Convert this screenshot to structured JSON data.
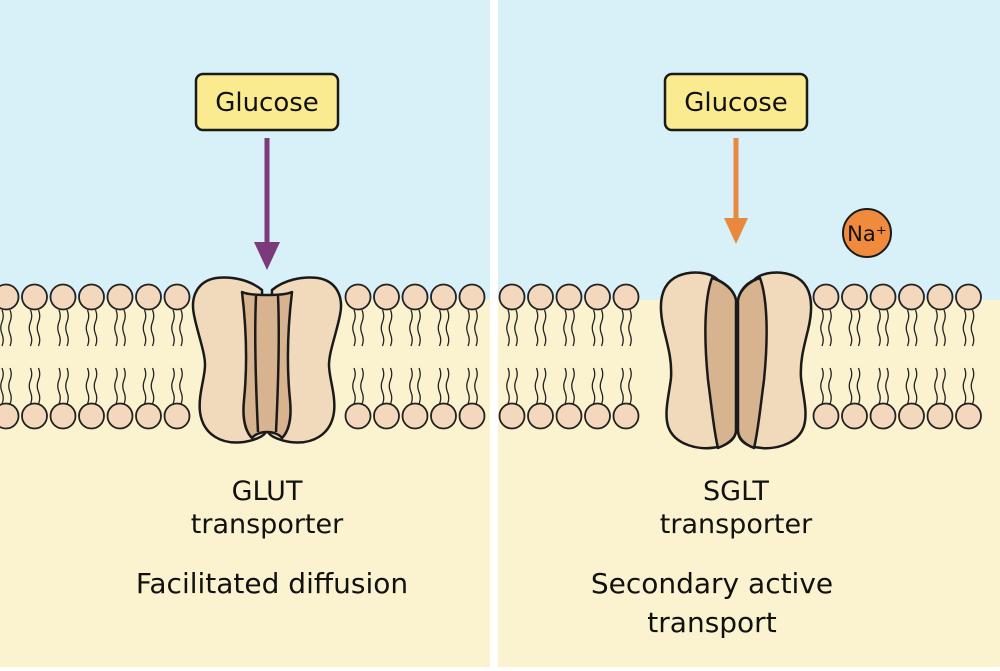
{
  "panels": [
    {
      "substrate_label": "Glucose",
      "transporter_name": "GLUT",
      "transporter_word": "transporter",
      "mechanism_line1": "Facilitated diffusion",
      "mechanism_line2": "",
      "arrow_color": "#7b3a7a"
    },
    {
      "substrate_label": "Glucose",
      "ion_label": "Na⁺",
      "transporter_name": "SGLT",
      "transporter_word": "transporter",
      "mechanism_line1": "Secondary active",
      "mechanism_line2": "transport",
      "arrow_color": "#e8893f",
      "ion_color": "#f08a3c"
    }
  ],
  "colors": {
    "extracellular": "#d8f0f8",
    "cytoplasm": "#fbf3cf",
    "label_box": "#faeb90",
    "phospholipid_head": "#f3d8bd",
    "protein": "#f1d9bc",
    "protein_channel": "#d7b48f"
  }
}
